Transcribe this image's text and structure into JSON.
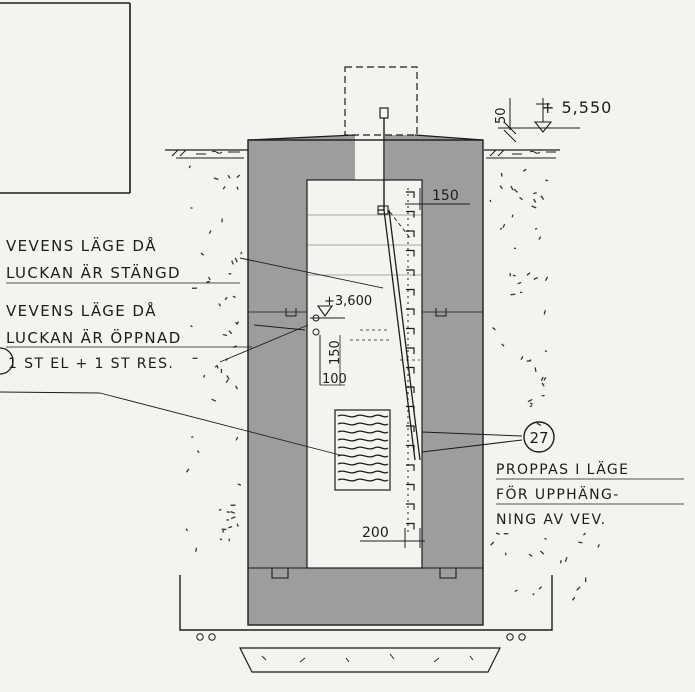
{
  "colors": {
    "paper": "#f4f3ef",
    "ink": "#1c1c1c",
    "concrete": "#9d9d9d",
    "soil_dots": "#333333"
  },
  "annotations": {
    "crank_closed_line1": "VEVENS LÄGE DÅ",
    "crank_closed_line2": "LUCKAN ÄR STÄNGD",
    "crank_open_line1": "VEVENS LÄGE DÅ",
    "crank_open_line2": "LUCKAN ÄR ÖPPNAD",
    "el_res": "1 ST EL + 1 ST RES.",
    "plug_line1": "PROPPAS I LÄGE",
    "plug_line2": "FÖR UPPHÄNG-",
    "plug_line3": "NING AV VEV."
  },
  "levels": {
    "top": "+ 5,550",
    "mid": "+3,600"
  },
  "dimensions": {
    "d50": "50",
    "d150_top": "150",
    "d150_side": "150",
    "d100": "100",
    "d200": "200"
  },
  "markers": {
    "detail": "27"
  },
  "icons": [
    "ground-level-symbol",
    "level-triangle-icon",
    "grating-icon",
    "ladder-icon"
  ]
}
